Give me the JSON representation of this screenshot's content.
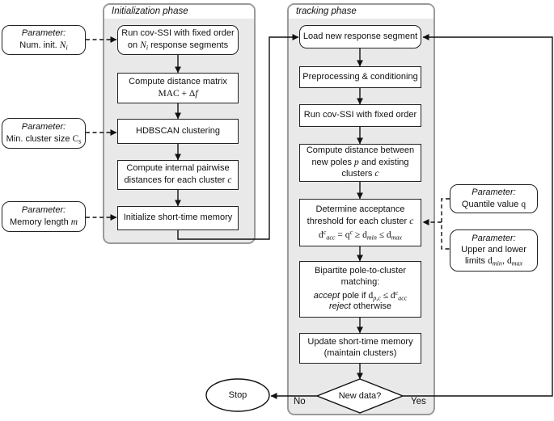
{
  "colors": {
    "phase_fill": "#e9e9e9",
    "phase_border": "#9a9a9a",
    "node_fill": "#ffffff",
    "node_border": "#222222",
    "line": "#111111"
  },
  "init": {
    "title": "Initialization phase",
    "params": {
      "num_init": {
        "head": "Parameter:",
        "text": "Num. init. ",
        "var": "N",
        "sub": "i"
      },
      "min_cluster": {
        "head": "Parameter:",
        "text": "Min. cluster size ",
        "var": "C",
        "sub": "s"
      },
      "memory_length": {
        "head": "Parameter:",
        "text": "Memory length ",
        "var": "m"
      }
    },
    "steps": {
      "run_ssi": {
        "l1": "Run cov-SSI with fixed order",
        "l2a": "on ",
        "l2b": "N",
        "l2c": "i",
        "l2d": " response segments"
      },
      "dist_matrix": {
        "l1": "Compute distance matrix",
        "l2a": "MAC + Δ",
        "l2b": "f"
      },
      "hdbscan": {
        "l1": "HDBSCAN clustering"
      },
      "pairwise": {
        "l1": "Compute internal pairwise",
        "l2a": "distances for each cluster ",
        "l2b": "c"
      },
      "init_mem": {
        "l1": "Initialize short-time memory"
      }
    }
  },
  "tracking": {
    "title": "tracking phase",
    "params": {
      "quantile": {
        "head": "Parameter:",
        "text": "Quantile value ",
        "var": "q"
      },
      "limits": {
        "head": "Parameter:",
        "l2": "Upper and lower",
        "l3a": "limits ",
        "l3b": "d",
        "l3c": "min",
        "l3d": ", ",
        "l3e": "d",
        "l3f": "max"
      }
    },
    "steps": {
      "load": {
        "l1": "Load new response segment"
      },
      "preprocess": {
        "l1": "Preprocessing & conditioning"
      },
      "run_ssi": {
        "l1": "Run cov-SSI with fixed order"
      },
      "distance": {
        "l1": "Compute distance between",
        "l2a": "new poles ",
        "l2b": "p",
        "l2c": " and existing",
        "l3a": "clusters ",
        "l3b": "c"
      },
      "threshold": {
        "l1": "Determine acceptance",
        "l2a": "threshold for each cluster ",
        "l2b": "c",
        "f_d": "d",
        "f_dsup": "c",
        "f_dsub": "acc",
        "f_eq": " = ",
        "f_q": "q",
        "f_qsup": "c",
        "f_ge": " ≥ ",
        "f_d2": "d",
        "f_d2sub": "min",
        "f_le": " ≤ ",
        "f_d3": "d",
        "f_d3sub": "max"
      },
      "bipartite": {
        "l1": "Bipartite pole-to-cluster",
        "l2": "matching:",
        "l3a": "accept",
        "l3b": " pole if ",
        "l3c": "d",
        "l3d": "p,c",
        "l3e": " ≤ ",
        "l3f": "d",
        "l3g": "c",
        "l3h": "acc",
        "l4a": "reject",
        "l4b": " otherwise"
      },
      "update": {
        "l1": "Update short-time memory",
        "l2": "(maintain clusters)"
      },
      "decision": {
        "l1": "New data?"
      }
    }
  },
  "terminal": {
    "stop": "Stop"
  },
  "branch": {
    "no": "No",
    "yes": "Yes"
  }
}
